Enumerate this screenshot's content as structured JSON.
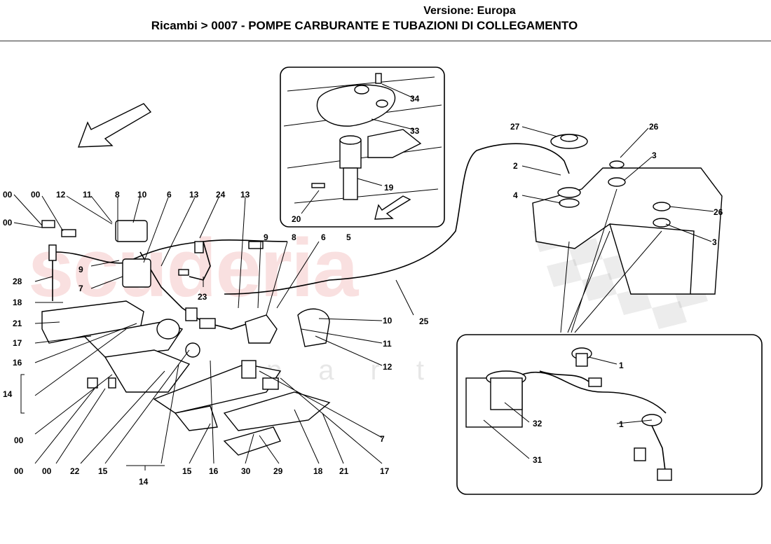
{
  "header": {
    "version": "Versione: Europa",
    "breadcrumb": "Ricambi > 0007 - POMPE CARBURANTE E TUBAZIONI DI COLLEGAMENTO"
  },
  "watermark": {
    "main": "scuderia",
    "sub": "parts"
  },
  "callouts": {
    "c00a": "00",
    "c00b": "00",
    "c00c": "00",
    "c12a": "12",
    "c11a": "11",
    "c8a": "8",
    "c10a": "10",
    "c6a": "6",
    "c13a": "13",
    "c24": "24",
    "c13b": "13",
    "c28": "28",
    "c9a": "9",
    "c7a": "7",
    "c23": "23",
    "c9b": "9",
    "c8b": "8",
    "c6b": "6",
    "c5": "5",
    "c18a": "18",
    "c21a": "21",
    "c17a": "17",
    "c16a": "16",
    "c14a": "14",
    "c00d": "00",
    "c00e": "00",
    "c00f": "00",
    "c22": "22",
    "c15a": "15",
    "c14b": "14",
    "c15b": "15",
    "c16b": "16",
    "c30": "30",
    "c29": "29",
    "c18b": "18",
    "c21b": "21",
    "c17b": "17",
    "c7b": "7",
    "c12b": "12",
    "c11b": "11",
    "c10b": "10",
    "c25": "25",
    "c34": "34",
    "c33": "33",
    "c19": "19",
    "c20": "20",
    "c27": "27",
    "c26a": "26",
    "c3a": "3",
    "c2": "2",
    "c4": "4",
    "c26b": "26",
    "c3b": "3",
    "c1a": "1",
    "c1b": "1",
    "c32": "32",
    "c31": "31"
  }
}
